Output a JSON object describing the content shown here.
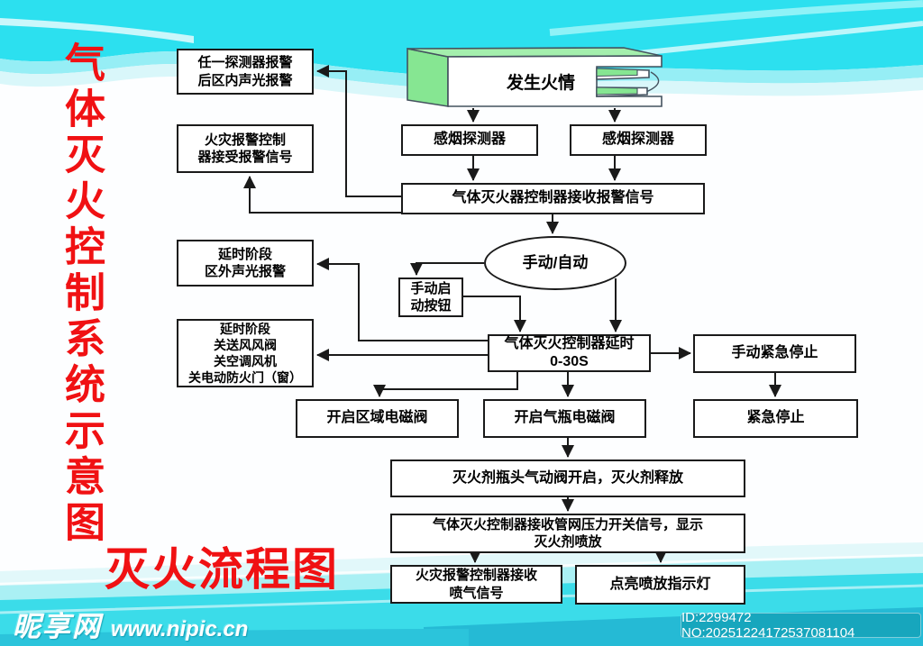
{
  "title_vertical": "气体灭火控制系统示意图",
  "flow_title": "灭火流程图",
  "banner": {
    "label": "发生火情"
  },
  "nodes": {
    "detector_alarm": {
      "label": "任一探测器报警\n后区内声光报警"
    },
    "fire_ctrl_rx": {
      "label": "火灾报警控制\n器接受报警信号"
    },
    "smoke_left": {
      "label": "感烟探测器"
    },
    "smoke_right": {
      "label": "感烟探测器"
    },
    "gas_rx": {
      "label": "气体灭火器控制器接收报警信号"
    },
    "manual_auto": {
      "label": "手动/自动"
    },
    "manual_btn": {
      "label": "手动启\n动按钮"
    },
    "delay": {
      "label": "气体灭火控制器延时\n0-30S"
    },
    "manual_stop": {
      "label": "手动紧急停止"
    },
    "e_stop": {
      "label": "紧急停止"
    },
    "delay_outside": {
      "label": "延时阶段\n区外声光报警"
    },
    "delay_close": {
      "label": "延时阶段\n关送风风阀\n关空调风机\n关电动防火门（窗）"
    },
    "open_zone": {
      "label": "开启区域电磁阀"
    },
    "open_bottle": {
      "label": "开启气瓶电磁阀"
    },
    "agent_release": {
      "label": "灭火剂瓶头气动阀开启，灭火剂释放"
    },
    "pressure_rx": {
      "label": "气体灭火控制器接收管网压力开关信号，显示\n灭火剂喷放"
    },
    "spray_rx": {
      "label": "火灾报警控制器接收\n喷气信号"
    },
    "indicator": {
      "label": "点亮喷放指示灯"
    }
  },
  "watermark": {
    "site_name": "昵享网",
    "site_url": "www.nipic.cn",
    "id_text": "ID:2299472 NO:20251224172537081104"
  },
  "colors": {
    "title_red": "#f01113",
    "cyan_main": "#2ce0ef",
    "cyan_bottom": "#3bdce9",
    "teal_dark": "#25bad5",
    "banner_green": "#86e692",
    "line_black": "#1a1a1a"
  }
}
